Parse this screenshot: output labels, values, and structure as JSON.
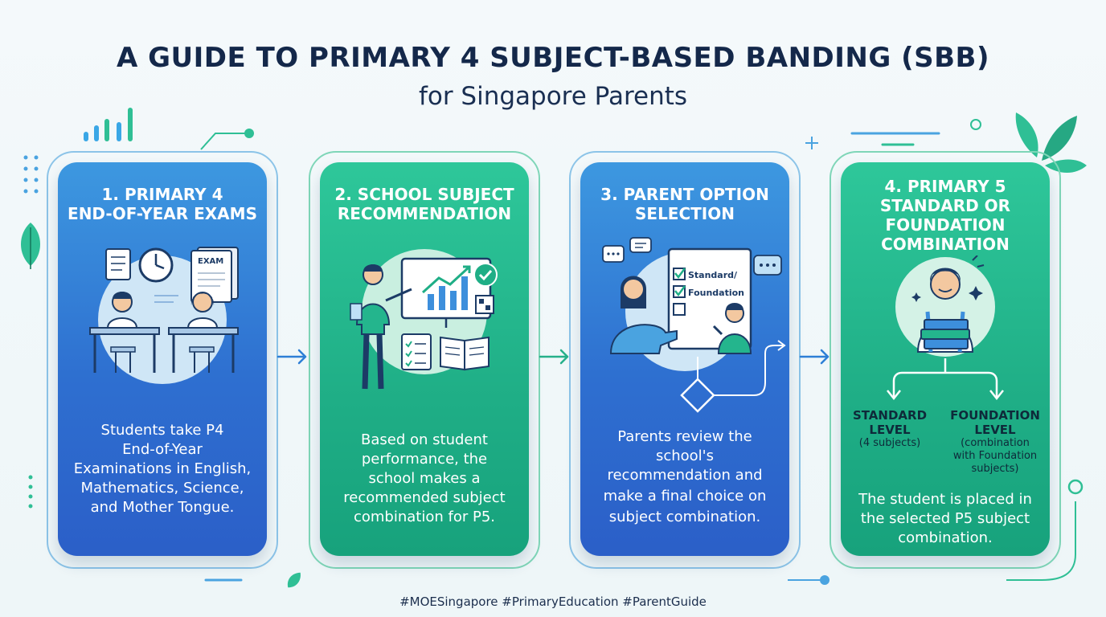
{
  "header": {
    "title": "A GUIDE TO PRIMARY 4 SUBJECT-BASED BANDING (SBB)",
    "subtitle": "for Singapore Parents"
  },
  "steps": [
    {
      "title_line1": "1. PRIMARY 4",
      "title_line2": "END-OF-YEAR EXAMS",
      "desc_lines": [
        "Students take P4",
        "End-of-Year",
        "Examinations in English,",
        "Mathematics, Science,",
        "and Mother Tongue."
      ],
      "exam_label": "EXAM"
    },
    {
      "title_line1": "2. SCHOOL SUBJECT",
      "title_line2": "RECOMMENDATION",
      "desc_lines": [
        "Based on student",
        "performance, the",
        "school makes a",
        "recommended subject",
        "combination for P5."
      ]
    },
    {
      "title_line1": "3. PARENT OPTION",
      "title_line2": "SELECTION",
      "desc_lines": [
        "Parents review the",
        "school's",
        "recommendation and",
        "make a final choice on",
        "subject combination."
      ],
      "checklist": [
        "Standard/",
        "Foundation"
      ]
    },
    {
      "title_lines": [
        "4. PRIMARY 5",
        "STANDARD OR",
        "FOUNDATION",
        "COMBINATION"
      ],
      "levels": [
        {
          "name_lines": [
            "STANDARD",
            "LEVEL"
          ],
          "detail_lines": [
            "(4 subjects)"
          ]
        },
        {
          "name_lines": [
            "FOUNDATION",
            "LEVEL"
          ],
          "detail_lines": [
            "(combination",
            "with Foundation",
            "subjects)"
          ]
        }
      ],
      "desc_lines": [
        "The student is placed in",
        "the selected P5 subject",
        "combination."
      ]
    }
  ],
  "footer": {
    "hashtags": "#MOESingapore #PrimaryEducation #ParentGuide"
  },
  "colors": {
    "blue_card": "#2e6fd0",
    "green_card": "#1fae86",
    "title_text": "#14284a",
    "accent_teal": "#2bb99a"
  }
}
